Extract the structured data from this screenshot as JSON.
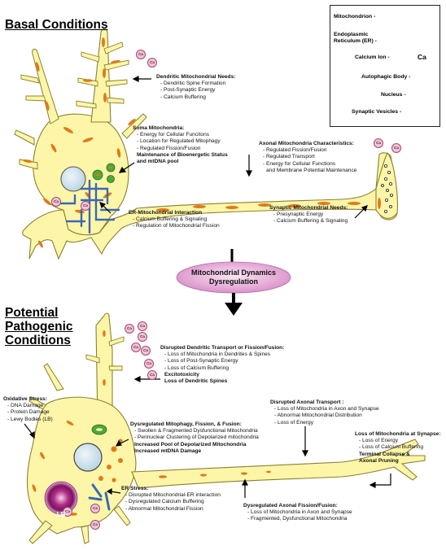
{
  "titles": {
    "basal": "Basal Conditions",
    "pathogenic_line1": "Potential",
    "pathogenic_line2": "Pathogenic",
    "pathogenic_line3": "Conditions"
  },
  "legend": {
    "mitochondrion": "Mitochondrion -",
    "er_line1": "Endoplasmic",
    "er_line2": "Reticulum (ER) -",
    "calcium": "Calcium Ion -",
    "calcium_symbol": "Ca",
    "autophagic": "Autophagic Body -",
    "nucleus": "Nucleus -",
    "vesicles": "Synaptic Vesicles -"
  },
  "center": {
    "line1": "Mitochondrial Dynamics",
    "line2": "Dysregulation"
  },
  "ca_label": "Ca",
  "lb_label": "LB",
  "colors": {
    "neuron_fill": "#fdf6a8",
    "neuron_stroke": "#8a8030",
    "mito": "#e07a1c",
    "er": "#3a68b8",
    "calcium": "#f5c2d8",
    "autophagic": "#4fa83a",
    "nucleus": "#d4e8f2",
    "ellipse": "#e6a6d6"
  },
  "basal": {
    "dendritic": {
      "heading": "Dendritic Mitochondrial Needs:",
      "items": [
        "- Dendritic Spine Formation",
        "- Post-Synaptic Energy",
        "- Calcium Buffering"
      ]
    },
    "soma": {
      "heading": "Soma Mitochondria:",
      "items": [
        "- Energy for Cellular Funcitons",
        "- Location for Regulated Mitophagy",
        "- Regulated Fission/Fusion"
      ],
      "bold1": "Maintenance of Bioenergetic Status",
      "bold2": "and mtDNA pool"
    },
    "axonal": {
      "heading": "Axonal Mitochondria Characteristics:",
      "items": [
        "- Regulated Fission/Fusion",
        "- Regulated Transport",
        "- Energy for Cellular Functions",
        "  and Membrane Potential Maintenance"
      ]
    },
    "er": {
      "heading": "ER-Mitochondrial Interaction",
      "items": [
        "- Calcium Buffering & Signaling",
        "- Regulation of Mitochondrial Fission"
      ]
    },
    "synaptic": {
      "heading": "Synaptic Mitochondrial Needs:",
      "items": [
        "- Presynaptic Energy",
        "- Calcium Buffering & Signaling"
      ]
    }
  },
  "pathogenic": {
    "dendritic": {
      "heading": "Disrupted Dendritic Transport or Fission/Fusion:",
      "items": [
        "- Loss of Mitochondria in Dendrites & Spines",
        "- Loss of Post-Synaptic Energy",
        "- Loss of Calcium Buffering"
      ],
      "bold1": "Excitotoxicity",
      "bold2": "Loss of Dendritic Spines"
    },
    "oxidative": {
      "heading": "Oxidative Stress:",
      "items": [
        "- DNA Damage",
        "- Protein Damage",
        "- Lewy Bodies (LB)"
      ]
    },
    "mitophagy": {
      "heading": "Dysregulated Mitophagy, Fission, & Fusion:",
      "items": [
        "- Swollen & Fragmented Dysfunctional Mitochondria",
        "- Perinuclear Clustering of Depolarized mitochondria"
      ],
      "bold1": "Increased Pool of Depolarized Mitochondria",
      "bold2": "Increased mtDNA Damage"
    },
    "axonal_transport": {
      "heading": "Disrupted Axonal Transport :",
      "items": [
        "- Loss of Mitochondria in Axon and Synapse",
        "- Abnormal Mitochondrial Distribution",
        "- Loss of Energy"
      ]
    },
    "synapse": {
      "heading": "Loss of Mitochondria at Synapse:",
      "items": [
        "- Loss of Energy",
        "- Loss of Calcium Buffering"
      ],
      "bold1": "Terminal Collapse &",
      "bold2": "Axonal Pruning"
    },
    "er_stress": {
      "heading": "ER Stress:",
      "items": [
        "- Disrupted Mitochondrial-ER interaction",
        "- Dysregulated Calcium Buffering",
        "- Abnormal  Mitochondrial Fission"
      ]
    },
    "axonal_fission": {
      "heading": "Dysregulated Axonal Fission/Fusion:",
      "items": [
        "- Loss of Mitochondria in Axon and Synapse",
        "- Fragmented, Dysfunctional Mitochondria"
      ]
    }
  }
}
